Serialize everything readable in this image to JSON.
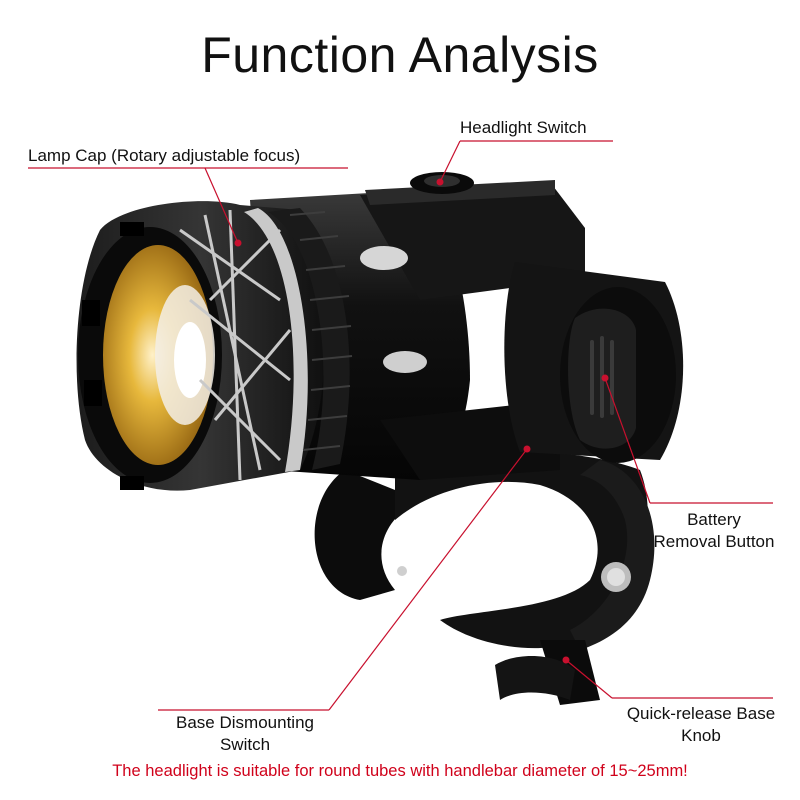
{
  "title": "Function Analysis",
  "callouts": {
    "headlight_switch": "Headlight Switch",
    "lamp_cap": "Lamp Cap (Rotary adjustable focus)",
    "battery_line1": "Battery",
    "battery_line2": "Removal Button",
    "base_switch_line1": "Base Dismounting",
    "base_switch_line2": "Switch",
    "knob_line1": "Quick-release Base",
    "knob_line2": "Knob"
  },
  "footnote": "The headlight is suitable for round tubes with handlebar diameter of 15~25mm!",
  "colors": {
    "leader_line": "#c8102e",
    "footnote_text": "#d0021b",
    "body_black": "#0e0e0e",
    "lens_gold": "#d9a021",
    "ring_silver": "#c9c9c9"
  }
}
